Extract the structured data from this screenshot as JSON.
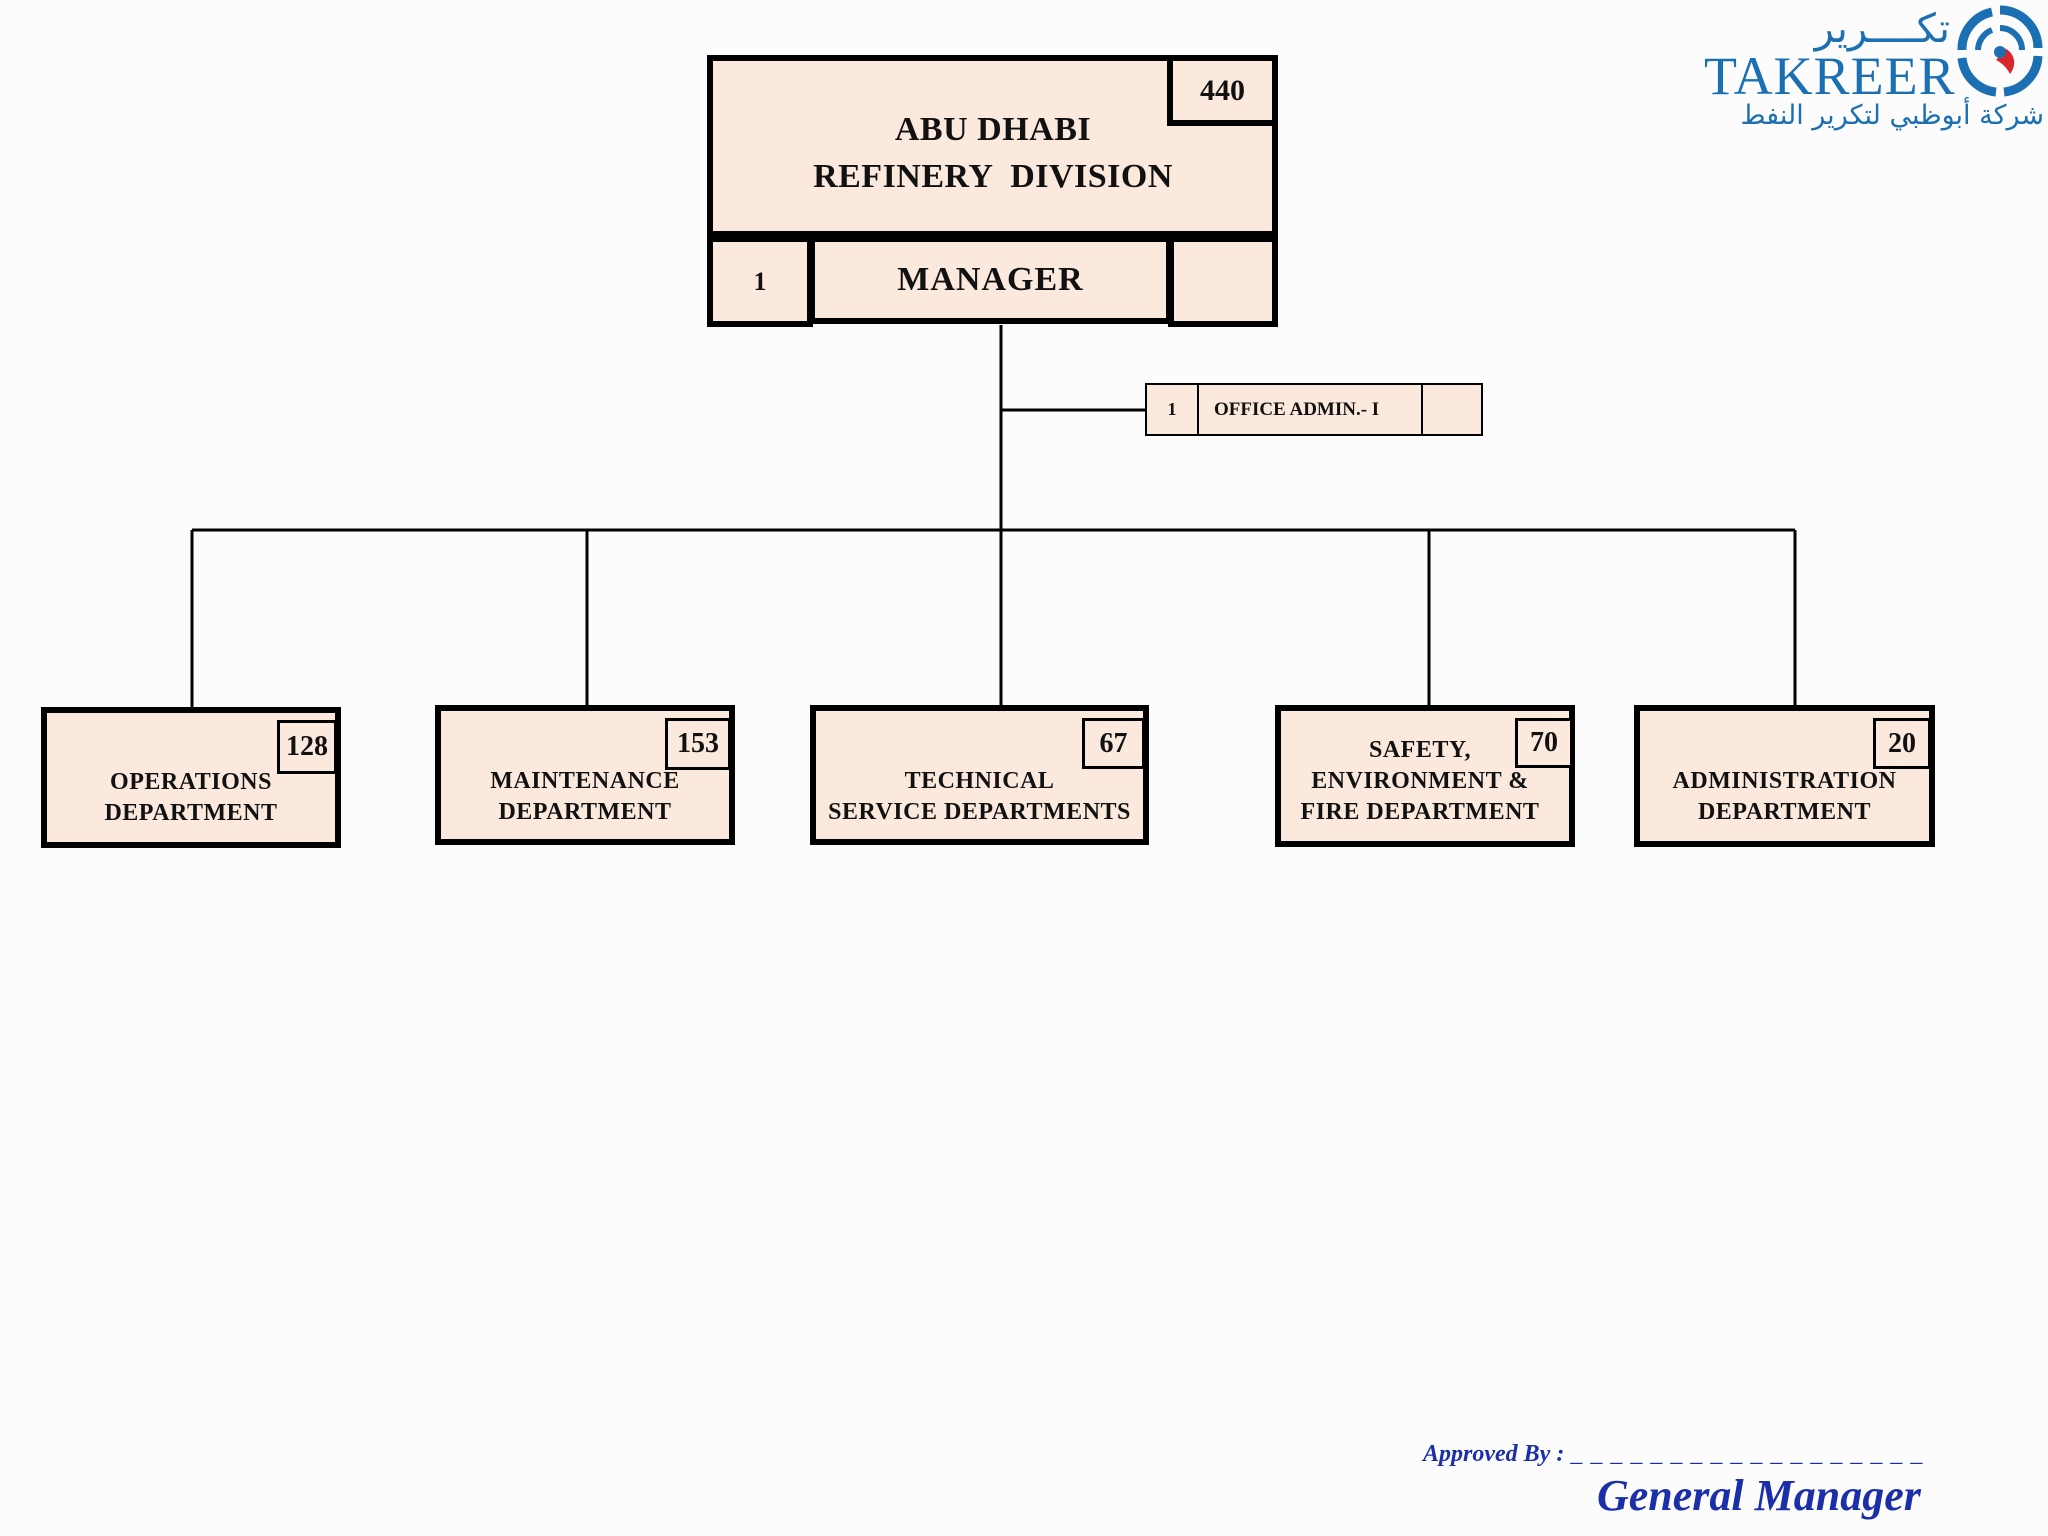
{
  "logo": {
    "name_latin": "TAKREER",
    "name_arabic_top": "تكــــرير",
    "name_arabic_bottom": "شركة أبوظبي لتكرير النفط",
    "colors": {
      "blue": "#1b6fb3",
      "red": "#d9262b"
    }
  },
  "division": {
    "title_line1": "ABU DHABI",
    "title_line2": "REFINERY  DIVISION",
    "headcount": "440",
    "manager_label": "MANAGER",
    "manager_count": "1"
  },
  "office_admin": {
    "count": "1",
    "label": "OFFICE ADMIN.- I"
  },
  "departments": [
    {
      "line1": "OPERATIONS",
      "line2": "DEPARTMENT",
      "line3": "",
      "count": "128"
    },
    {
      "line1": "MAINTENANCE",
      "line2": "DEPARTMENT",
      "line3": "",
      "count": "153"
    },
    {
      "line1": "TECHNICAL",
      "line2": "SERVICE DEPARTMENTS",
      "line3": "",
      "count": "67"
    },
    {
      "line1": "SAFETY,",
      "line2": "ENVIRONMENT &",
      "line3": "FIRE DEPARTMENT",
      "count": "70"
    },
    {
      "line1": "ADMINISTRATION",
      "line2": "DEPARTMENT",
      "line3": "",
      "count": "20"
    }
  ],
  "approval": {
    "label": "Approved By :",
    "blank": "_ _ _ _ _ _ _ _ _ _ _ _ _ _ _ _ _ _",
    "signatory": "General Manager"
  },
  "colors": {
    "box_fill": "#fbe9dd",
    "approval_text": "#1a2fa8"
  }
}
